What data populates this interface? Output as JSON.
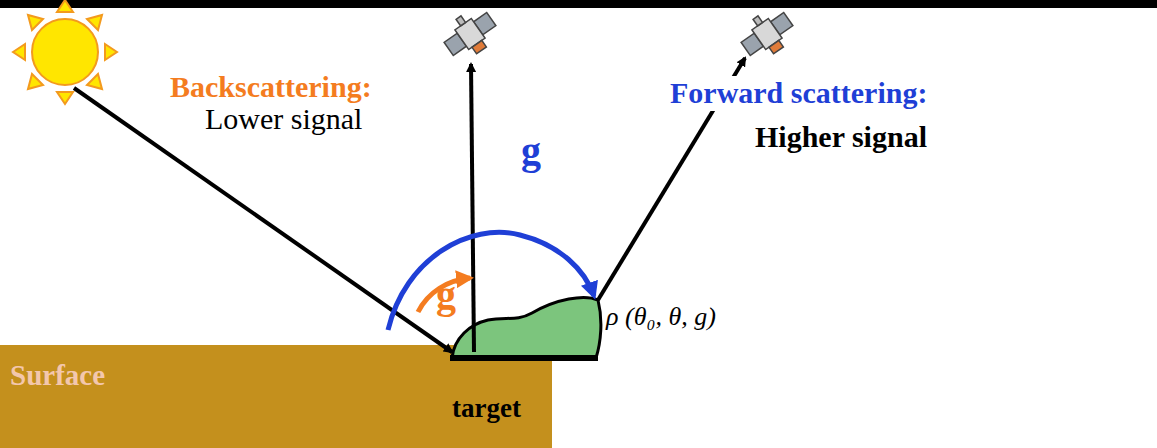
{
  "diagram": {
    "nodes": [
      {
        "text": [
          "Surface",
          "target"
        ]
      }
    ],
    "labels": [
      "Backscattering:",
      "Lower signal",
      "Forward scattering:",
      "Higher signal",
      "g",
      "g",
      "ρ (θ₀, θ, g)"
    ]
  }
}
